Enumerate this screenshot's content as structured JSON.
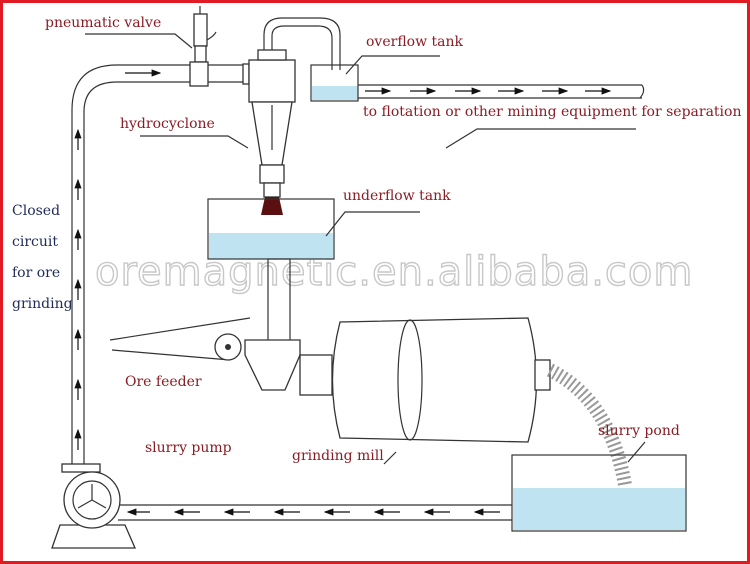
{
  "labels": {
    "pneumatic_valve": "pneumatic valve",
    "overflow_tank": "overflow tank",
    "to_flotation": "to flotation or other mining equipment for separation",
    "hydrocyclone": "hydrocyclone",
    "underflow_tank": "underflow tank",
    "ore_feeder": "Ore feeder",
    "grinding_mill": "grinding mill",
    "slurry_pump": "slurry pump",
    "slurry_pond": "slurry pond",
    "closed_circuit": [
      "Closed",
      "circuit",
      "for ore",
      "grinding"
    ]
  },
  "watermark": "oremagnetic.en.alibaba.com",
  "colors": {
    "border": "#e01b24",
    "label": "#8a1c24",
    "side_text": "#1f2a5a",
    "water": "#bfe3f0"
  }
}
